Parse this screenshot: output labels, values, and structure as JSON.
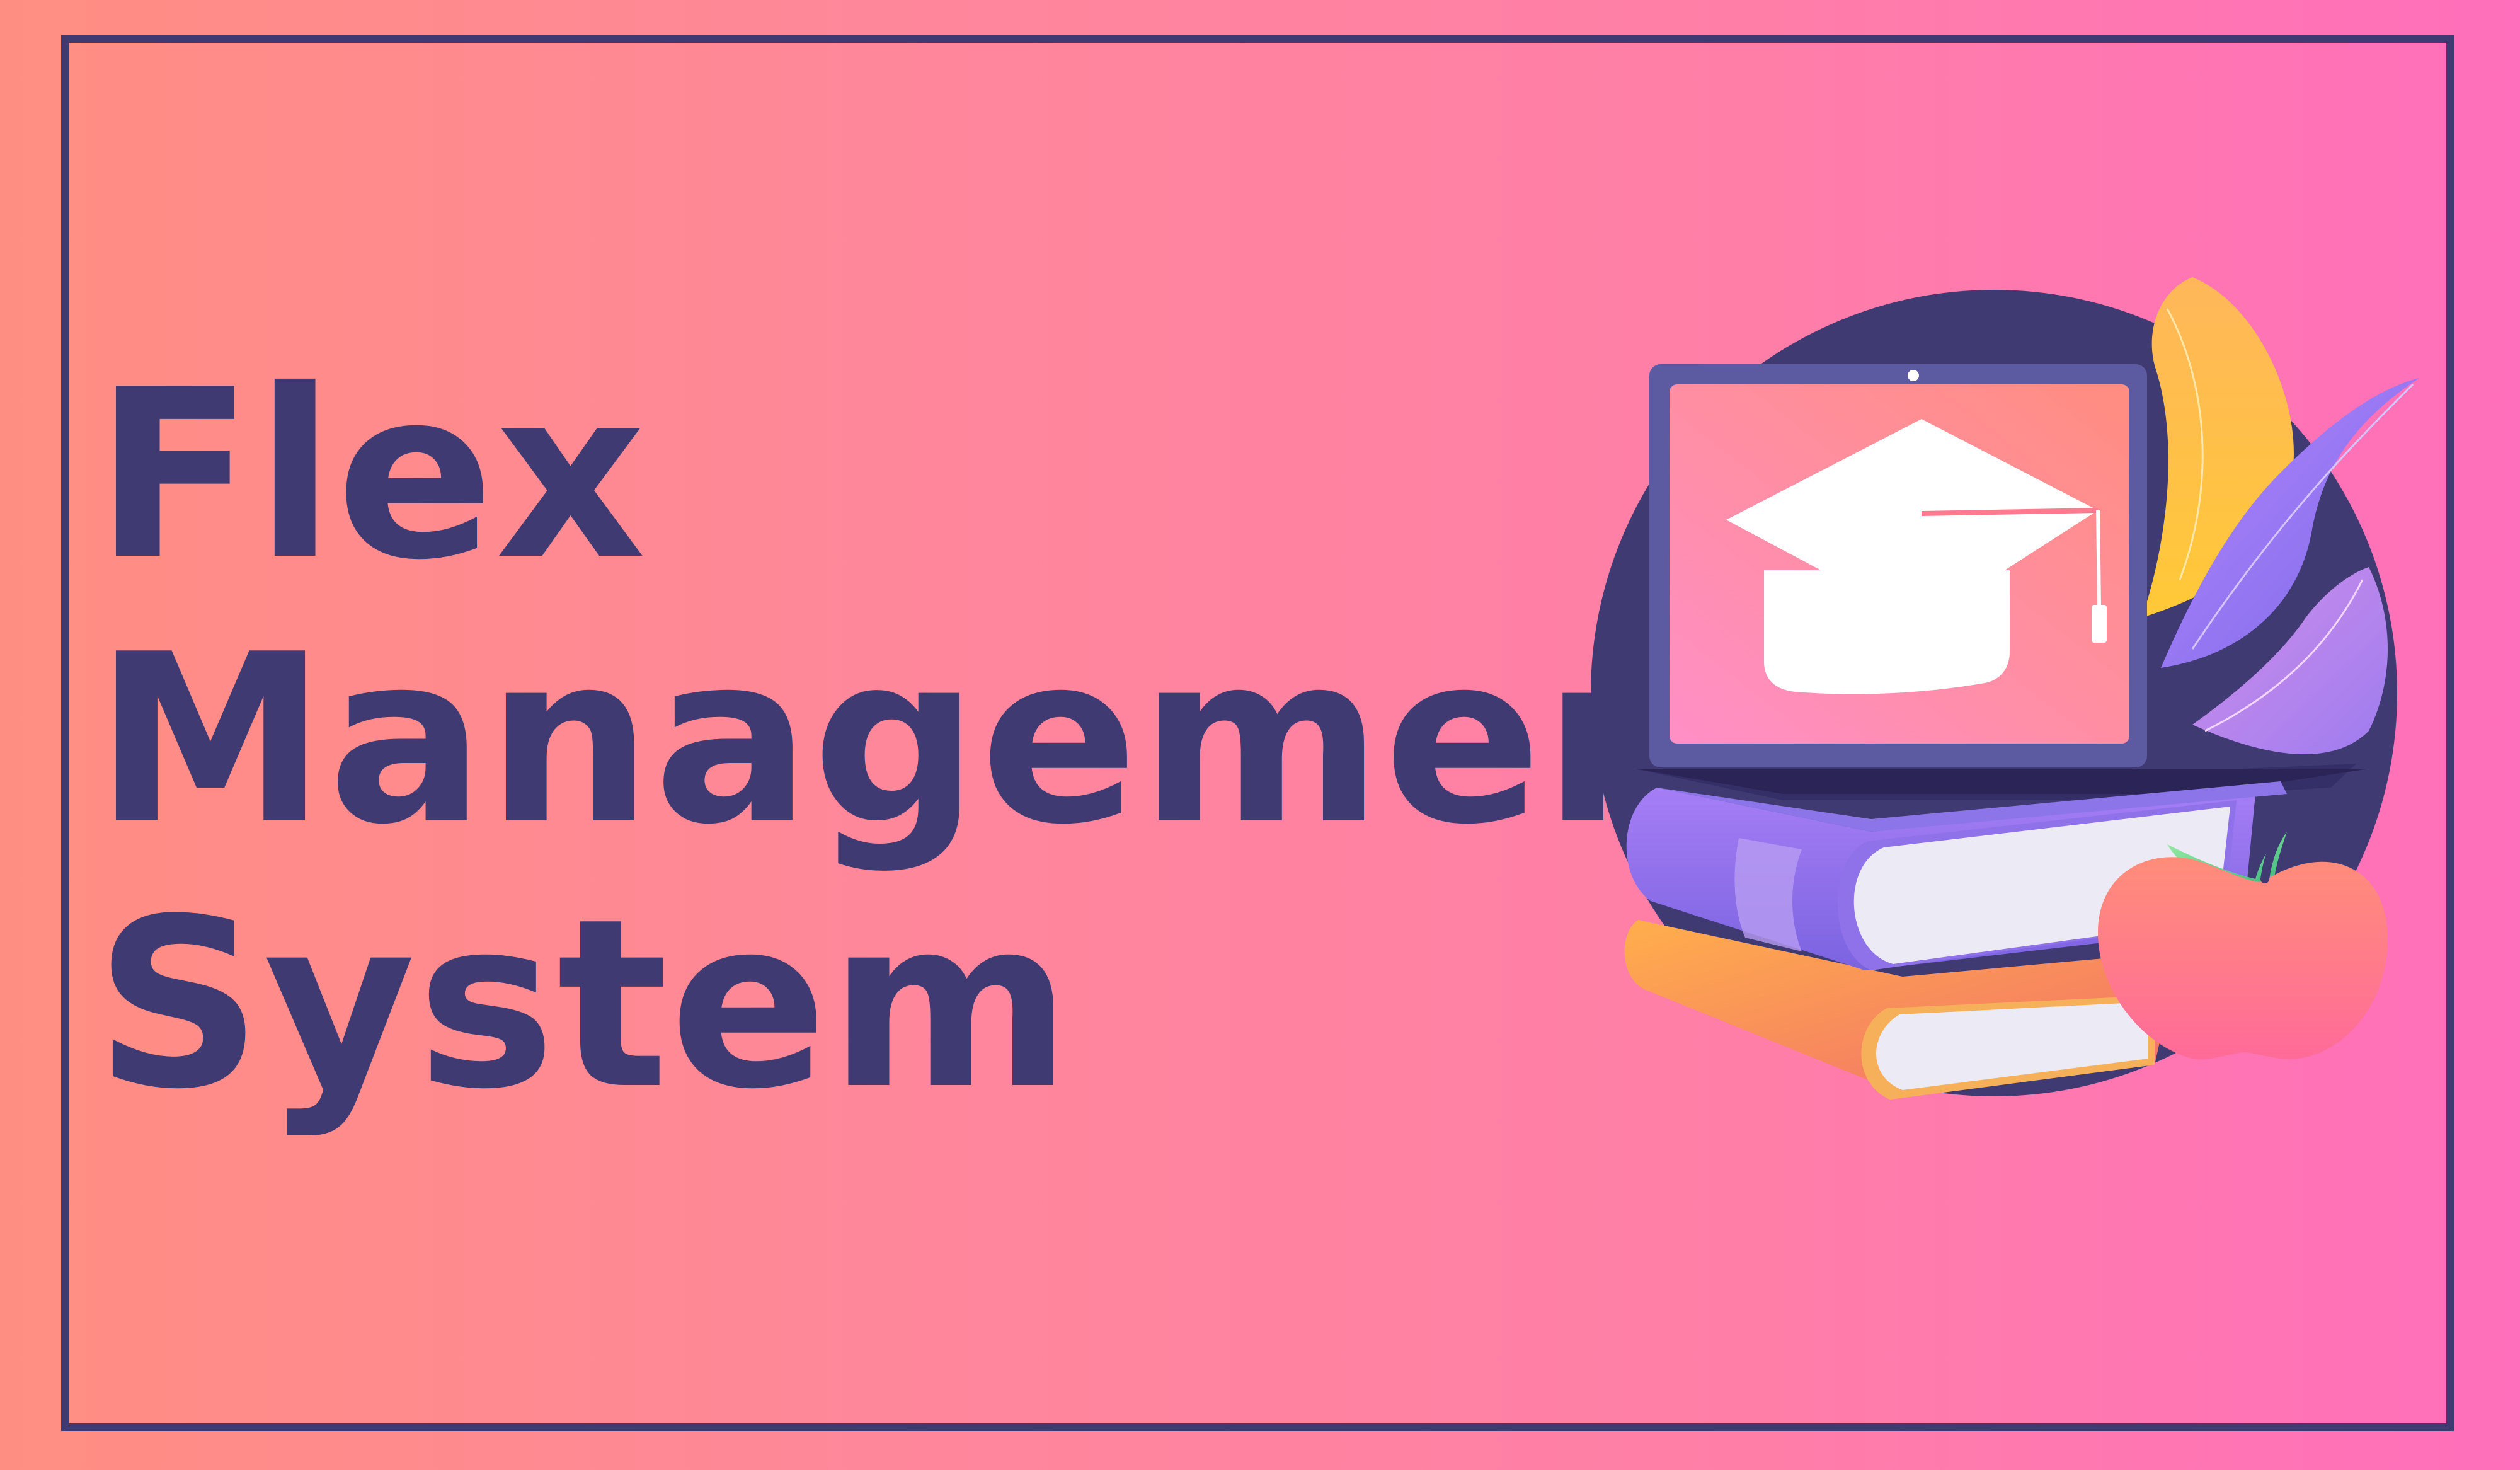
{
  "banner": {
    "title_lines": [
      "Flex",
      "Management",
      "System"
    ]
  },
  "colors": {
    "text": "#403a72",
    "frame": "#403a72",
    "background_left": "#ff8e82",
    "background_right": "#ff6fbb"
  },
  "illustration": {
    "icons": [
      "laptop-icon",
      "graduation-cap-icon",
      "books-icon",
      "apple-icon",
      "leaves-icon"
    ]
  }
}
